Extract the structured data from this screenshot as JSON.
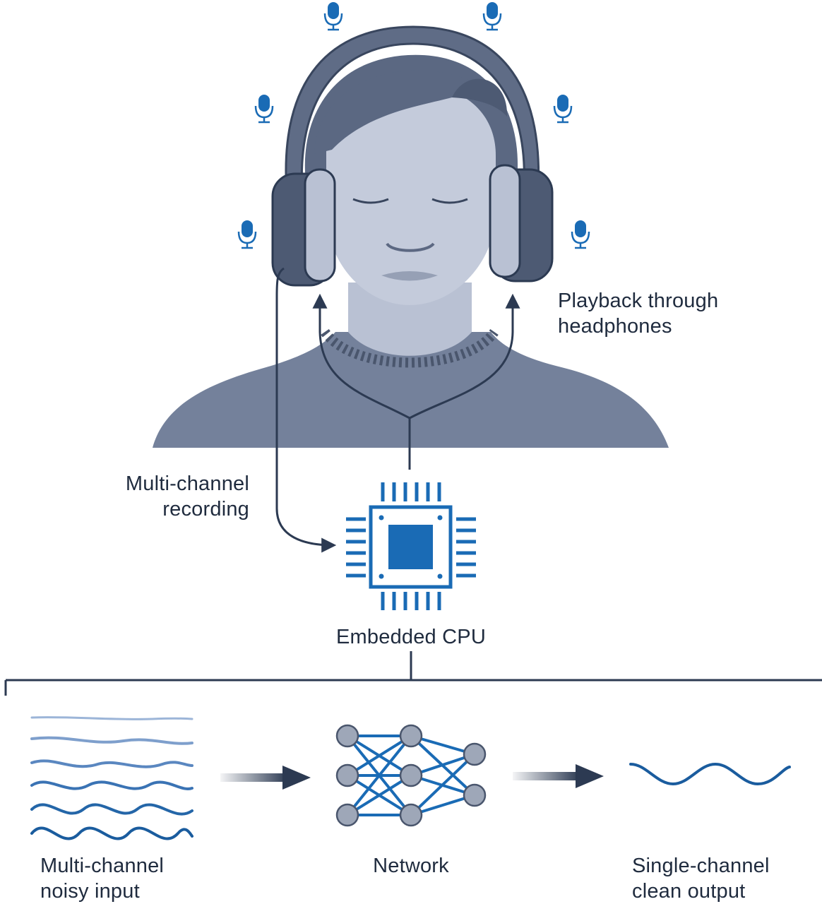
{
  "labels": {
    "playback": "Playback through\nheadphones",
    "recording": "Multi-channel\nrecording",
    "cpu": "Embedded CPU",
    "noisy_input": "Multi-channel\nnoisy input",
    "network": "Network",
    "clean_output": "Single-channel\nclean output"
  },
  "colors": {
    "accent_blue": "#1a6bb5",
    "dark_navy": "#2c3a52",
    "body_slate": "#74819b",
    "skin_light": "#c4cbdb",
    "node_gray": "#9ea7b8"
  }
}
